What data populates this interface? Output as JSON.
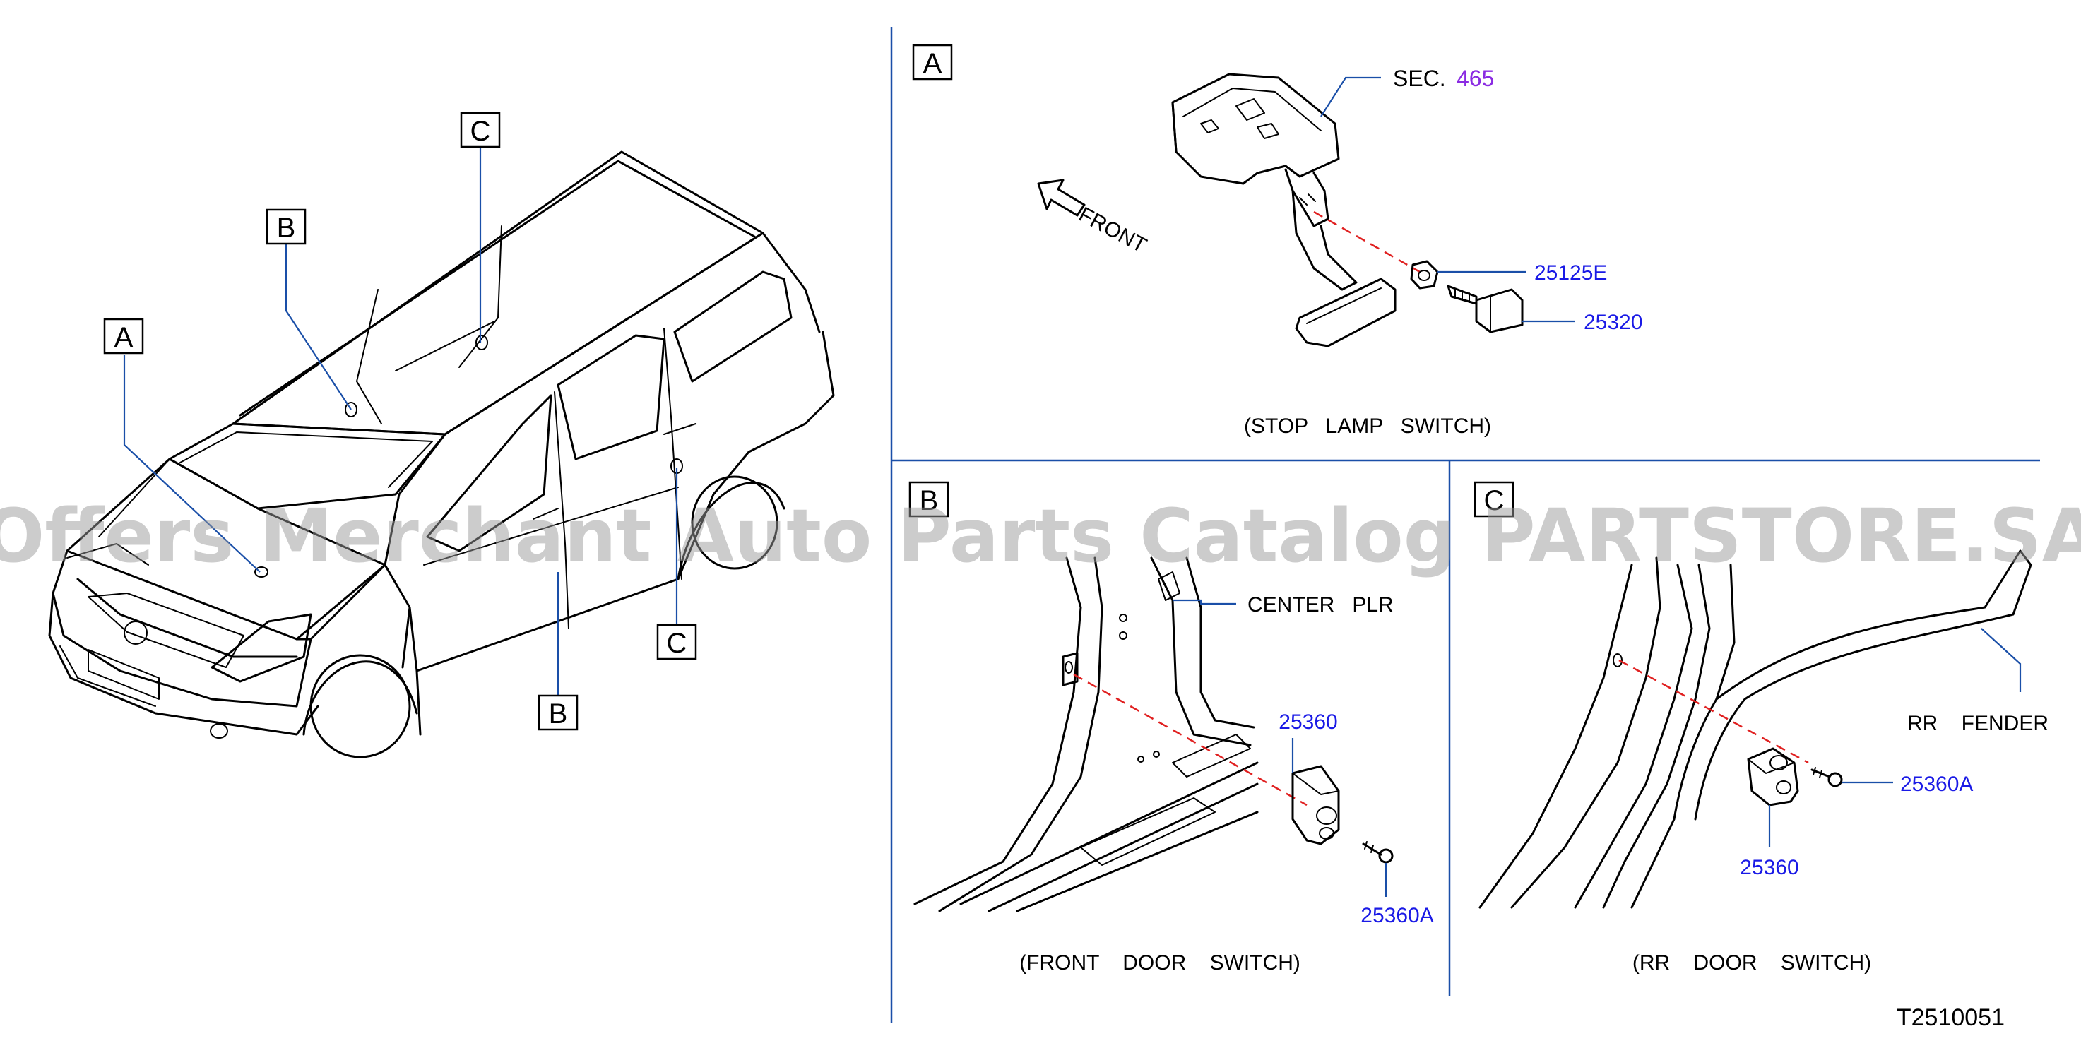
{
  "watermark": "Offers Merchant Auto Parts Catalog PARTSTORE.SA",
  "diagram_id": "T2510051",
  "colors": {
    "part_number": "#1a1ae6",
    "section_ref": "#8a2be2",
    "leader_line": "#1a4fa8",
    "separator": "#1a4fa8",
    "alignment_dash": "#e02020"
  },
  "overview": {
    "callouts": {
      "a": "A",
      "b_top": "B",
      "c_top": "C",
      "c_bottom": "C",
      "b_bottom": "B"
    }
  },
  "panel_a": {
    "tag": "A",
    "sec_prefix": "SEC.",
    "sec_number": "465",
    "front_label": "FRONT",
    "parts": {
      "p1": "25125E",
      "p2": "25320"
    },
    "caption": "(STOP   LAMP   SWITCH)"
  },
  "panel_b": {
    "tag": "B",
    "pillar_label": "CENTER   PLR",
    "parts": {
      "p1": "25360",
      "p2": "25360A"
    },
    "caption": "(FRONT    DOOR    SWITCH)"
  },
  "panel_c": {
    "tag": "C",
    "fender_label": "RR    FENDER",
    "parts": {
      "p1": "25360A",
      "p2": "25360"
    },
    "caption": "(RR    DOOR    SWITCH)"
  }
}
